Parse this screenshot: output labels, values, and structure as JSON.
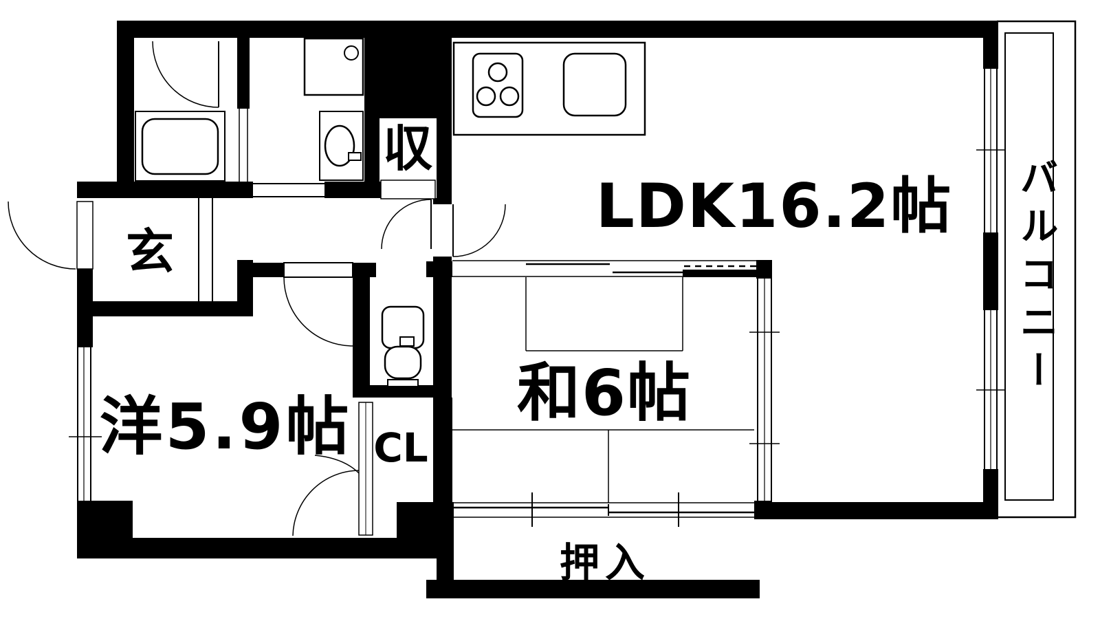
{
  "plan": {
    "rooms": {
      "ldk": "LDK16.2帖",
      "japanese_room": "和6帖",
      "western_room": "洋5.9帖",
      "entrance": "玄",
      "storage": "収",
      "closet": "CL",
      "futon_closet": "押入",
      "balcony": "バルコニー"
    },
    "colors": {
      "wall": "#000000",
      "background": "#ffffff",
      "line": "#000000"
    }
  }
}
